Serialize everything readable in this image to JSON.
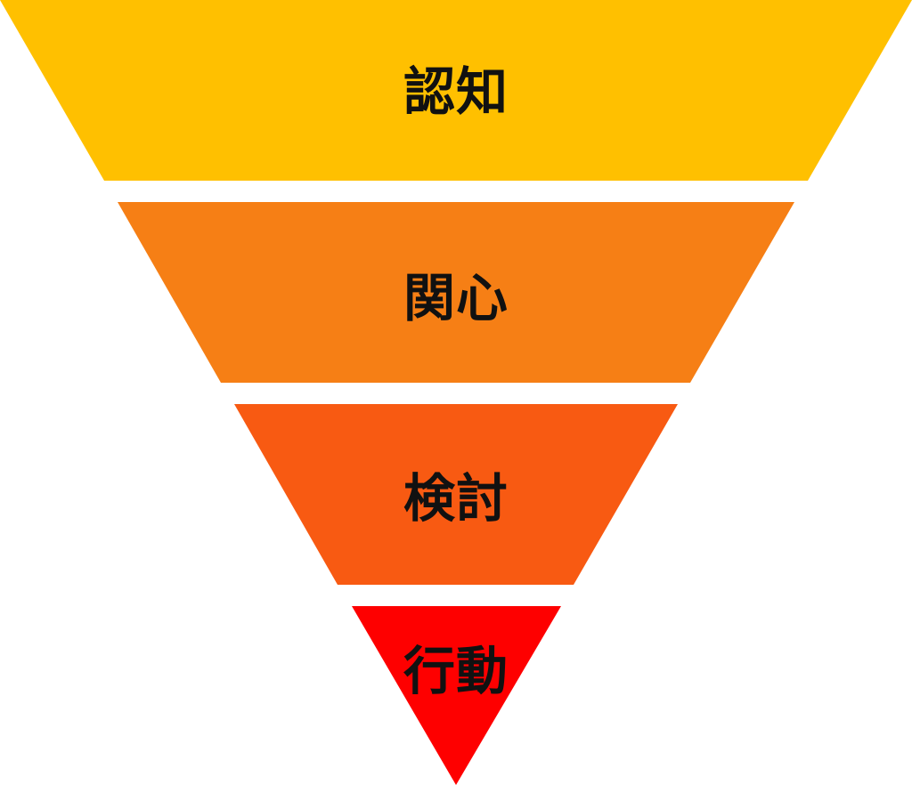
{
  "funnel": {
    "stages": [
      {
        "label": "認知",
        "color": "#FFC000"
      },
      {
        "label": "関心",
        "color": "#F67F15"
      },
      {
        "label": "検討",
        "color": "#F85A12"
      },
      {
        "label": "行動",
        "color": "#FE0000"
      }
    ]
  }
}
